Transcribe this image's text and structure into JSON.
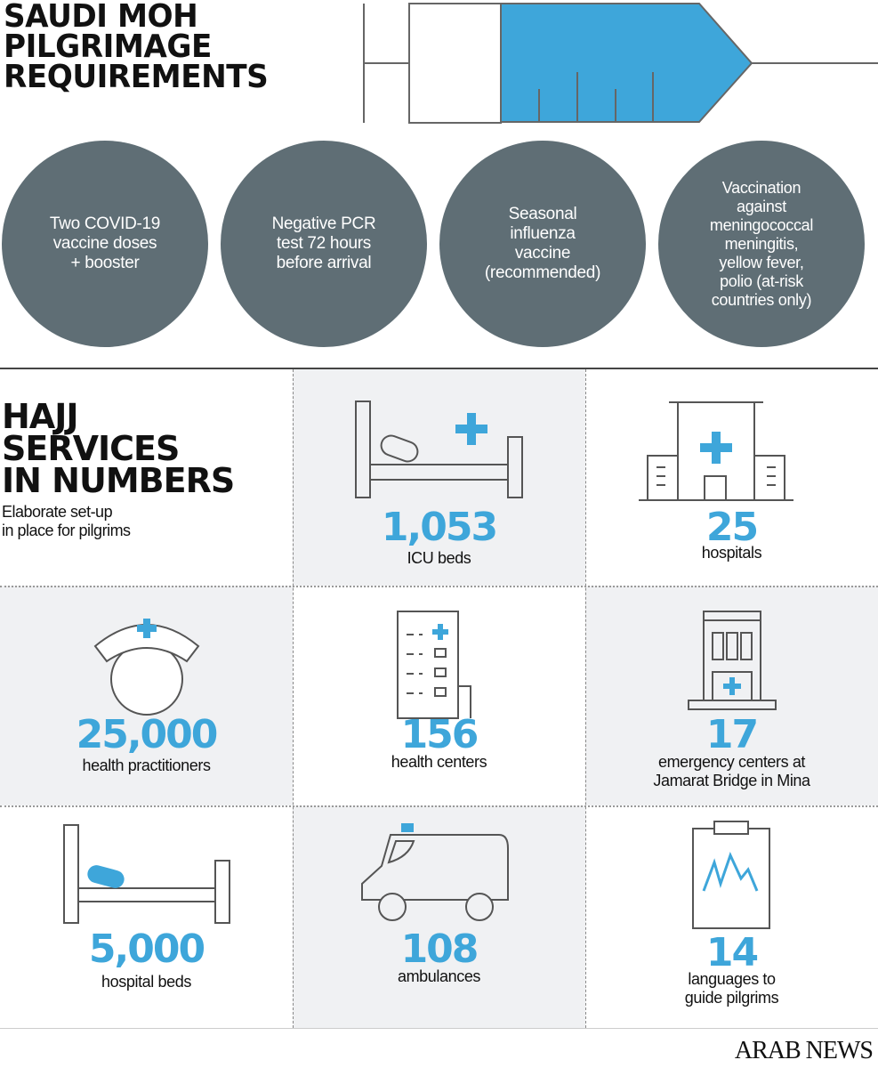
{
  "header": {
    "title_lines": [
      "SAUDI MOH",
      "PILGRIMAGE",
      "REQUIREMENTS"
    ]
  },
  "requirements": [
    {
      "text": "Two COVID-19\nvaccine doses\n+ booster"
    },
    {
      "text": "Negative PCR\ntest 72 hours\nbefore arrival"
    },
    {
      "text": "Seasonal\ninfluenza\nvaccine\n(recommended)"
    },
    {
      "text": "Vaccination\nagainst\nmeningococcal\nmeningitis,\nyellow fever,\npolio (at-risk\ncountries only)"
    }
  ],
  "services": {
    "title_lines": [
      "HAJJ",
      "SERVICES",
      "IN NUMBERS"
    ],
    "subtitle": "Elaborate set-up\nin place for pilgrims",
    "stats": [
      {
        "value": "1,053",
        "label": "ICU beds",
        "icon": "icu-bed-icon"
      },
      {
        "value": "25",
        "label": "hospitals",
        "icon": "hospital-icon"
      },
      {
        "value": "25,000",
        "label": "health practitioners",
        "icon": "nurse-icon"
      },
      {
        "value": "156",
        "label": "health centers",
        "icon": "health-center-icon"
      },
      {
        "value": "17",
        "label": "emergency centers at\nJamarat Bridge in Mina",
        "icon": "emergency-center-icon"
      },
      {
        "value": "5,000",
        "label": "hospital beds",
        "icon": "hospital-bed-icon"
      },
      {
        "value": "108",
        "label": "ambulances",
        "icon": "ambulance-icon"
      },
      {
        "value": "14",
        "label": "languages to\nguide pilgrims",
        "icon": "clipboard-icon"
      }
    ]
  },
  "footer": {
    "brand": "ARAB NEWS"
  },
  "colors": {
    "accent": "#3ea6da",
    "circle": "#5f6e75",
    "shade": "#f0f1f3"
  }
}
